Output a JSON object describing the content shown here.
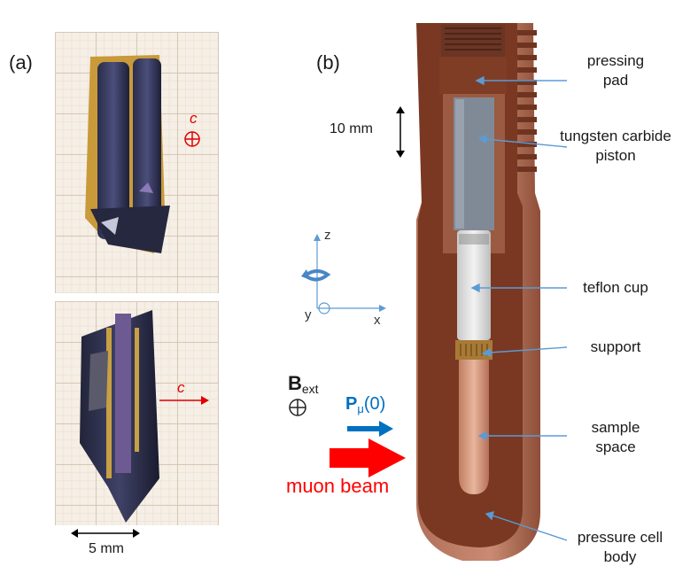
{
  "panel_a": {
    "label": "(a)",
    "axis_label_top": "c",
    "axis_label_bottom": "c",
    "scale_label": "5 mm"
  },
  "panel_b": {
    "label": "(b)",
    "scale_label": "10 mm",
    "axes": {
      "z": "z",
      "y": "y",
      "x": "x"
    },
    "field_label_main": "B",
    "field_label_sub": "ext",
    "polarization_main": "P",
    "polarization_sub": "μ",
    "polarization_arg": "(0)",
    "beam_label": "muon beam",
    "parts": [
      {
        "line1": "pressing",
        "line2": "pad"
      },
      {
        "line1": "tungsten carbide",
        "line2": "piston"
      },
      {
        "line1": "teflon cup",
        "line2": ""
      },
      {
        "line1": "support",
        "line2": ""
      },
      {
        "line1": "sample",
        "line2": "space"
      },
      {
        "line1": "pressure cell",
        "line2": "body"
      }
    ]
  },
  "colors": {
    "leader": "#5b9bd5",
    "beam": "#ff0000",
    "polarization": "#0070c0",
    "cell_body": "#7a3822",
    "piston": "#808a96"
  }
}
